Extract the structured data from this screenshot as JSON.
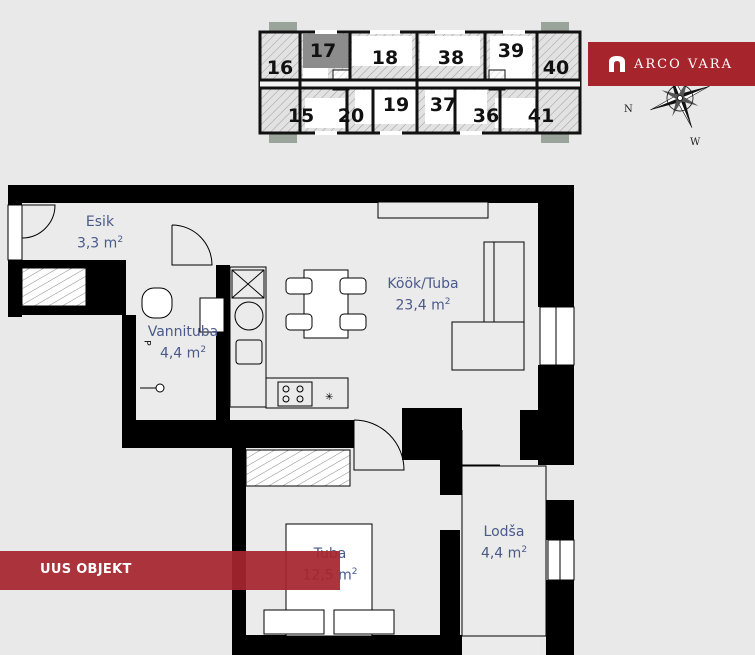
{
  "brand": {
    "name": "ARCO VARA",
    "color": "#a6252d"
  },
  "banner": {
    "label": "UUS OBJEKT"
  },
  "rooms": [
    {
      "id": "esik",
      "name": "Esik",
      "area": "3,3 m",
      "unit_sup": "2"
    },
    {
      "id": "vannituba",
      "name": "Vannituba",
      "area": "4,4 m",
      "unit_sup": "2"
    },
    {
      "id": "kook",
      "name": "Köök/Tuba",
      "area": "23,4 m",
      "unit_sup": "2"
    },
    {
      "id": "tuba",
      "name": "Tuba",
      "area": "12,5 m",
      "unit_sup": "2"
    },
    {
      "id": "lodsa",
      "name": "Lodša",
      "area": "4,4 m",
      "unit_sup": "2"
    }
  ],
  "key_plan": {
    "units": [
      "16",
      "17",
      "18",
      "38",
      "39",
      "40",
      "15",
      "20",
      "19",
      "37",
      "36",
      "41"
    ],
    "highlighted": "17"
  },
  "compass": {
    "n": "N",
    "w": "W"
  },
  "bathroom_marker": "P",
  "colors": {
    "label": "#4a5a8a",
    "wall": "#000000",
    "background": "#e9e9e9"
  }
}
